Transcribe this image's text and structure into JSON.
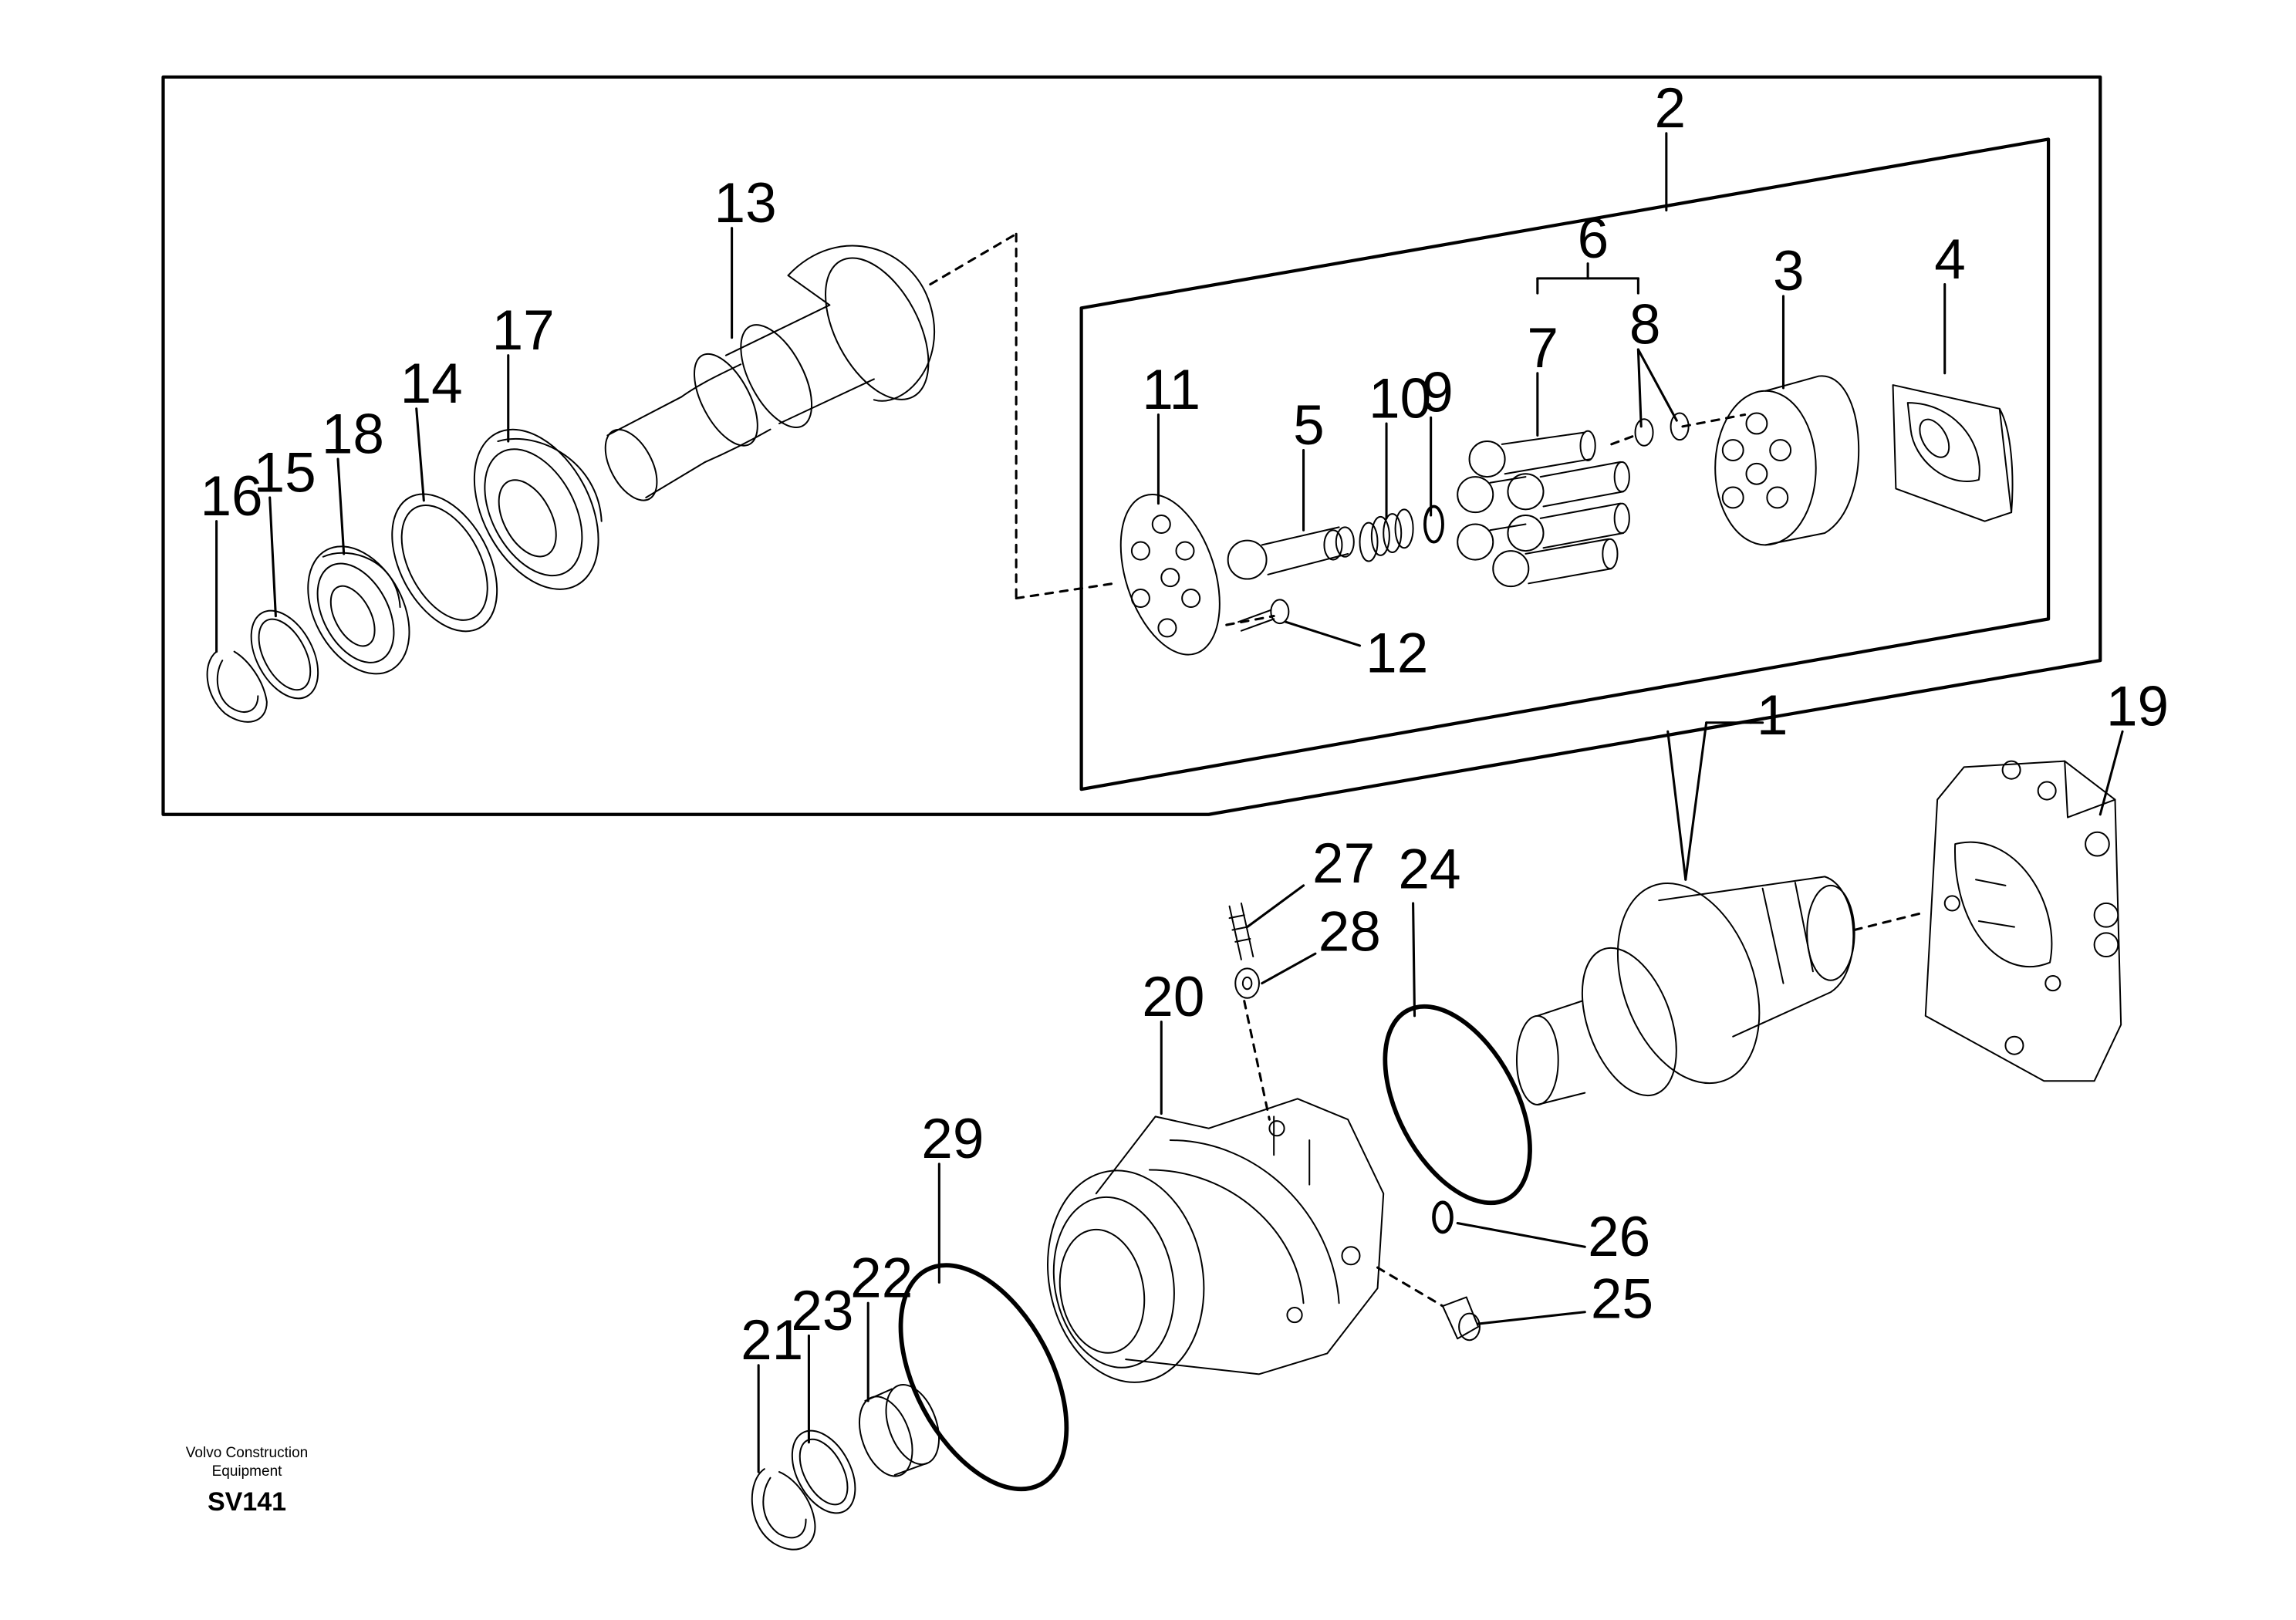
{
  "callouts": {
    "c1": "1",
    "c2": "2",
    "c3": "3",
    "c4": "4",
    "c5": "5",
    "c6": "6",
    "c7": "7",
    "c8": "8",
    "c9": "9",
    "c10": "10",
    "c11": "11",
    "c12": "12",
    "c13": "13",
    "c14": "14",
    "c15": "15",
    "c16": "16",
    "c17": "17",
    "c18": "18",
    "c19": "19",
    "c20": "20",
    "c21": "21",
    "c22": "22",
    "c23": "23",
    "c24": "24",
    "c25": "25",
    "c26": "26",
    "c27": "27",
    "c28": "28",
    "c29": "29"
  },
  "caption": {
    "line1": "Volvo Construction",
    "line2": "Equipment",
    "code": "SV141"
  },
  "colors": {
    "ink": "#000000",
    "paper": "#ffffff"
  }
}
